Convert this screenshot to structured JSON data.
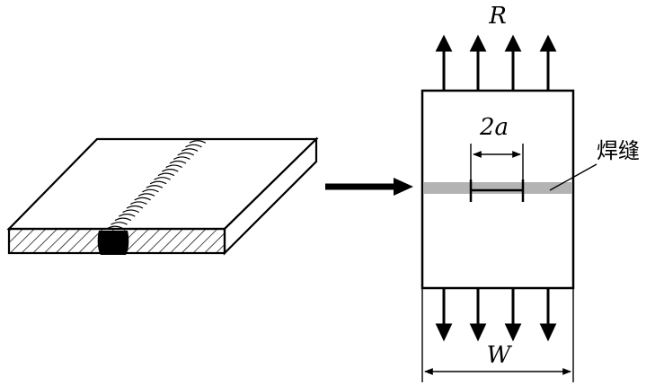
{
  "labels": {
    "load": "R",
    "crack_length": "2a",
    "weld_seam": "焊缝",
    "width": "W"
  },
  "colors": {
    "ink": "#000000",
    "weld_band": "#b3b3b3",
    "background": "#ffffff"
  }
}
